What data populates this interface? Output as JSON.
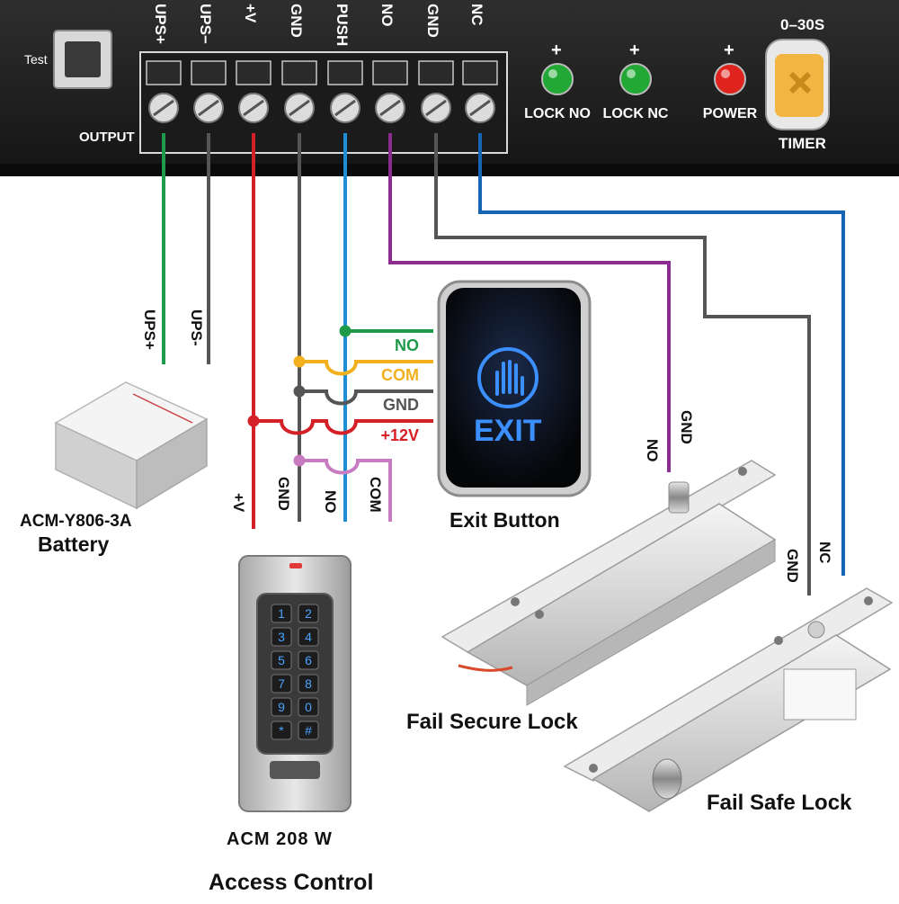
{
  "panel": {
    "test_label": "Test",
    "output_label": "OUTPUT",
    "terminals": [
      "UPS+",
      "UPS−",
      "+V",
      "GND",
      "PUSH",
      "NO",
      "GND",
      "NC"
    ],
    "leds": [
      {
        "sign": "+",
        "label": "LOCK NO",
        "color": "#22a834"
      },
      {
        "sign": "+",
        "label": "LOCK NC",
        "color": "#22a834"
      },
      {
        "sign": "+",
        "label": "POWER",
        "color": "#e0231d"
      }
    ],
    "timer_range": "0–30S",
    "timer_label": "TIMER"
  },
  "wire_colors": {
    "green": "#1e9a4a",
    "gray": "#555555",
    "red": "#d42027",
    "blue": "#1f8fd3",
    "purple": "#8b2c8f",
    "yellow": "#f2b01e",
    "pink": "#c77cc2",
    "navy": "#1666b5"
  },
  "wire_labels": {
    "ups_plus": "UPS+",
    "ups_minus": "UPS-",
    "kp_v": "+V",
    "kp_gnd": "GND",
    "kp_no": "NO",
    "kp_com": "COM",
    "fsec_no": "NO",
    "fsec_gnd": "GND",
    "fsafe_gnd": "GND",
    "fsafe_nc": "NC"
  },
  "exit_button": {
    "wires": [
      {
        "label": "NO",
        "color": "#1e9a4a"
      },
      {
        "label": "COM",
        "color": "#f2b01e"
      },
      {
        "label": "GND",
        "color": "#555555"
      },
      {
        "label": "+12V",
        "color": "#d42027"
      }
    ],
    "face_text": "EXIT",
    "title": "Exit Button"
  },
  "battery": {
    "model": "ACM-Y806-3A",
    "title": "Battery"
  },
  "keypad": {
    "keys": [
      "1",
      "2",
      "3",
      "4",
      "5",
      "6",
      "7",
      "8",
      "9",
      "0",
      "*",
      "#"
    ],
    "model": "ACM 208 W",
    "title": "Access Control"
  },
  "fail_secure": {
    "title": "Fail Secure Lock"
  },
  "fail_safe": {
    "title": "Fail Safe Lock"
  }
}
